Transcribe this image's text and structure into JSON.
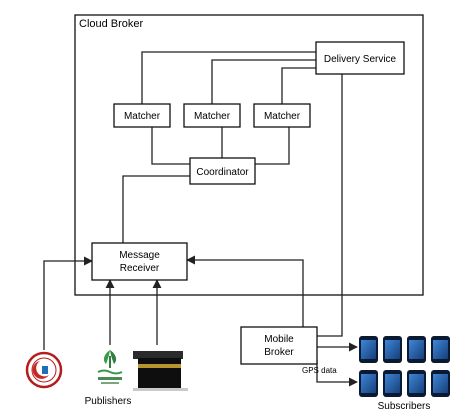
{
  "cloud_broker": {
    "title": "Cloud Broker"
  },
  "nodes": {
    "delivery_service": "Delivery Service",
    "matcher_1": "Matcher",
    "matcher_2": "Matcher",
    "matcher_3": "Matcher",
    "coordinator": "Coordinator",
    "message_receiver": [
      "Message",
      "Receiver"
    ],
    "mobile_broker": [
      "Mobile",
      "Broker"
    ]
  },
  "edge_labels": {
    "gps": "GPS data"
  },
  "groups": {
    "publishers": "Publishers",
    "subscribers": "Subscribers"
  },
  "colors": {
    "line": "#222222",
    "phone_body": "#0b1a33",
    "phone_screen": "#1f5fa8",
    "kaaba": "#111111"
  }
}
